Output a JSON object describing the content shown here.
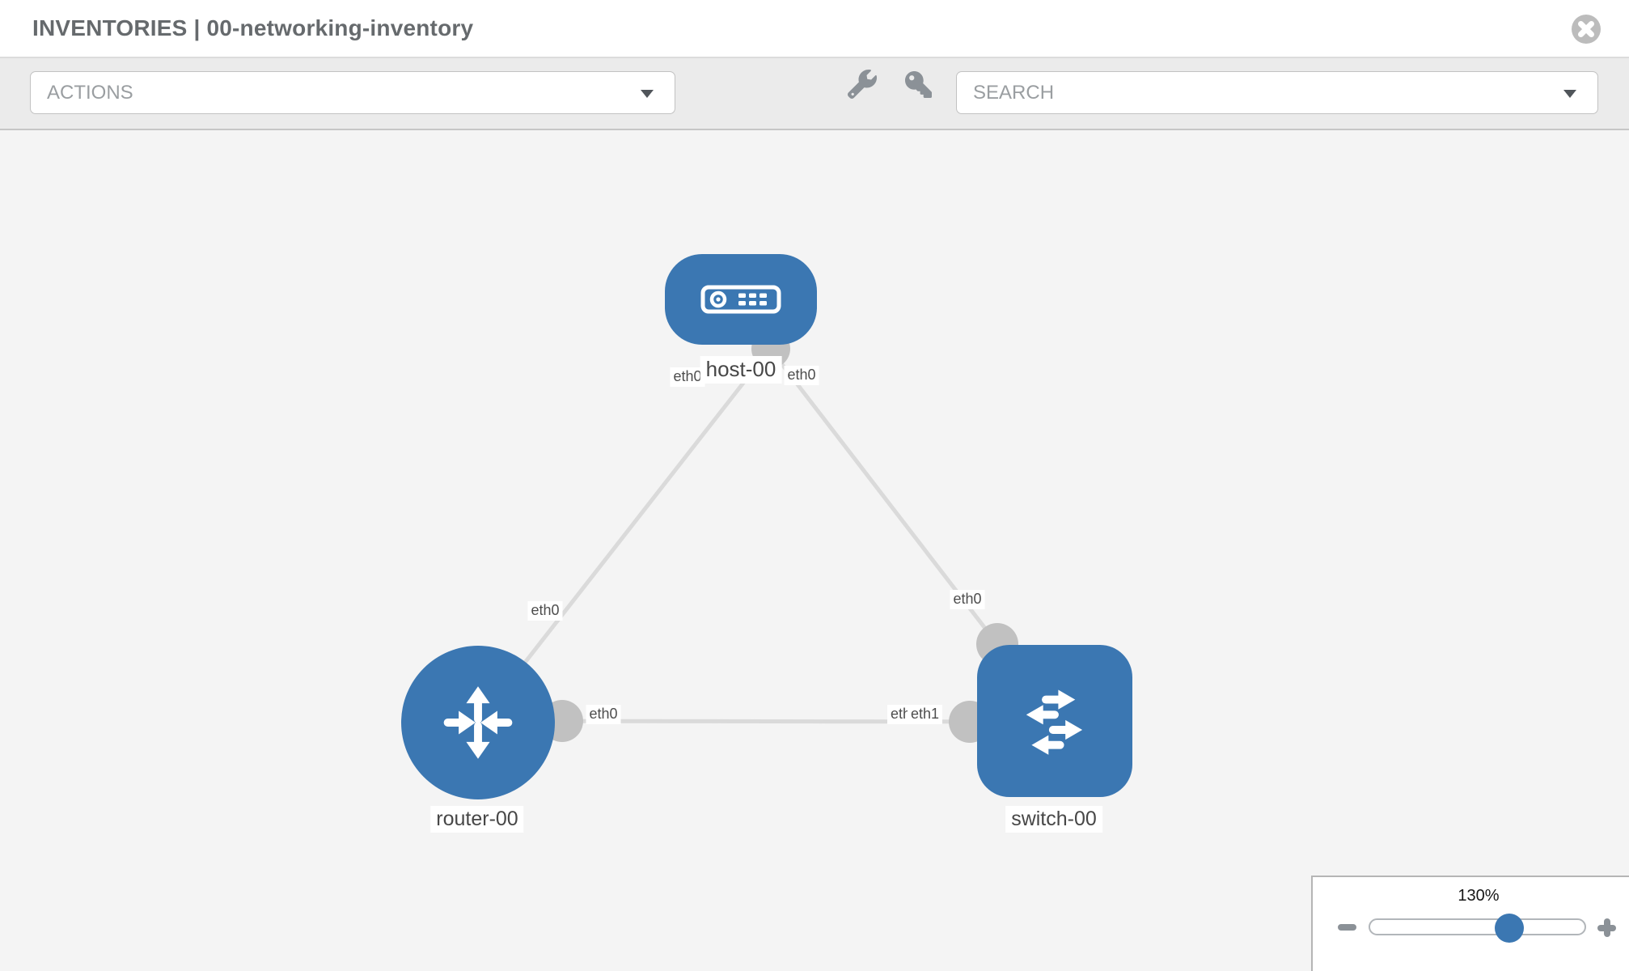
{
  "header": {
    "title": "INVENTORIES | 00-networking-inventory",
    "close_icon": "x-circle"
  },
  "toolbar": {
    "actions_label": "ACTIONS",
    "search_label": "SEARCH",
    "icons": [
      "wrench",
      "key"
    ]
  },
  "topology": {
    "nodes": [
      {
        "id": "host-00",
        "type": "host",
        "label": "host-00"
      },
      {
        "id": "router-00",
        "type": "router",
        "label": "router-00"
      },
      {
        "id": "switch-00",
        "type": "switch",
        "label": "switch-00"
      }
    ],
    "links": [
      {
        "source": "host-00",
        "source_interface": "eth0",
        "target": "router-00",
        "target_interface": "eth0"
      },
      {
        "source": "host-00",
        "source_interface": "eth0",
        "target": "switch-00",
        "target_interface": "eth0"
      },
      {
        "source": "router-00",
        "source_interface": "eth0",
        "target": "switch-00",
        "target_interface": "eth1"
      }
    ],
    "interface_labels": [
      {
        "text": "eth0"
      },
      {
        "text": "eth0"
      },
      {
        "text": "eth0"
      },
      {
        "text": "eth0"
      },
      {
        "text": "eth0"
      },
      {
        "text": "eth1"
      },
      {
        "text": "eth1"
      }
    ]
  },
  "zoom_panel": {
    "level": "130%"
  },
  "colors": {
    "node_blue": "#3b77b2",
    "link_gray": "#dadada",
    "port_gray": "#c1c1c1",
    "canvas_bg": "#f4f4f4",
    "toolbar_bg": "#ebebeb"
  }
}
